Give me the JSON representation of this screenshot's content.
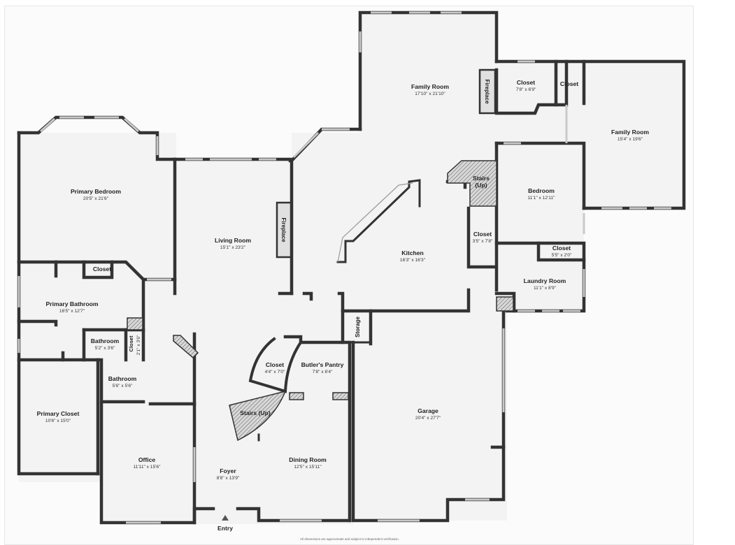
{
  "rooms": {
    "family_room_top": {
      "name": "Family Room",
      "dims": "17'10\" x 21'10\""
    },
    "family_room_right": {
      "name": "Family Room",
      "dims": "15'4\" x 19'6\""
    },
    "closet_top": {
      "name": "Closet",
      "dims": "7'8\" x 6'9\""
    },
    "closet_small": {
      "name": "Closet"
    },
    "primary_bedroom": {
      "name": "Primary Bedroom",
      "dims": "20'5\" x 21'6\""
    },
    "living_room": {
      "name": "Living Room",
      "dims": "15'1\" x 23'2\""
    },
    "kitchen": {
      "name": "Kitchen",
      "dims": "16'3\" x 16'3\""
    },
    "bedroom": {
      "name": "Bedroom",
      "dims": "11'1\" x 12'11\""
    },
    "stairs_up_top": {
      "name1": "Stairs",
      "name2": "(Up)"
    },
    "closet_kitchen": {
      "name": "Closet",
      "dims": "3'5\" x 7'8\""
    },
    "closet_bedroom": {
      "name": "Closet",
      "dims": "5'5\" x 2'0\""
    },
    "laundry_room": {
      "name": "Laundry Room",
      "dims": "11'1\" x 8'9\""
    },
    "closet_bath_top": {
      "name": "Closet"
    },
    "primary_bathroom": {
      "name": "Primary Bathroom",
      "dims": "16'5\" x 12'7\""
    },
    "bathroom_small": {
      "name": "Bathroom",
      "dims": "5'2\" x 3'6\""
    },
    "closet_narrow": {
      "name": "Closet",
      "dims": "2'1\" x 3'6\""
    },
    "bathroom_lower": {
      "name": "Bathroom",
      "dims": "5'6\" x 5'6\""
    },
    "primary_closet": {
      "name": "Primary Closet",
      "dims": "10'6\" x 15'0\""
    },
    "office": {
      "name": "Office",
      "dims": "11'11\" x 15'6\""
    },
    "foyer": {
      "name": "Foyer",
      "dims": "8'8\" x 13'9\""
    },
    "closet_stairs": {
      "name": "Closet",
      "dims": "4'4\" x 7'0\""
    },
    "butlers_pantry": {
      "name": "Butler's Pantry",
      "dims": "7'8\" x 6'4\""
    },
    "stairs_up_main": {
      "name": "Stairs (Up)"
    },
    "dining_room": {
      "name": "Dining Room",
      "dims": "12'5\" x 15'11\""
    },
    "garage": {
      "name": "Garage",
      "dims": "20'4\" x 27'7\""
    },
    "storage": {
      "name": "Storage"
    }
  },
  "fixtures": {
    "fireplace_family": "Fireplace",
    "fireplace_living": "Fireplace"
  },
  "entry": {
    "label": "Entry"
  },
  "footnote": "All dimensions are approximate and subject to independent verification."
}
